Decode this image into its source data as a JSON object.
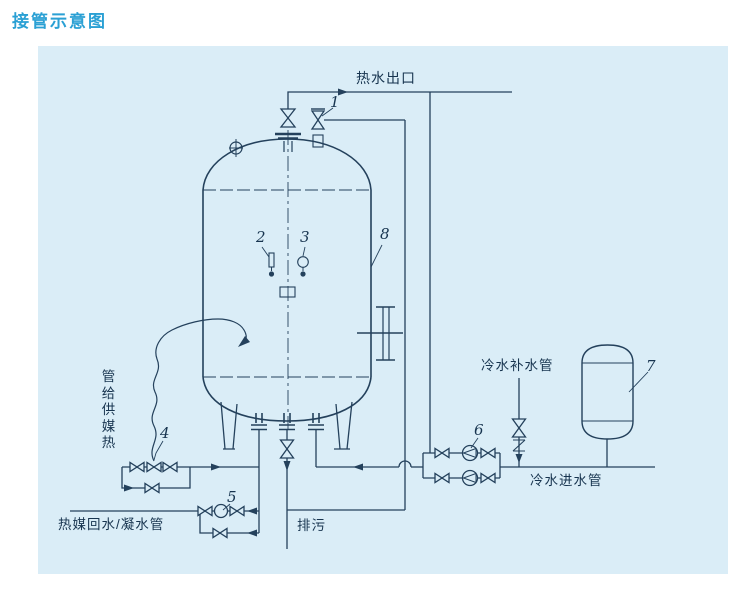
{
  "title": "接管示意图",
  "colors": {
    "page_bg": "#ffffff",
    "panel_bg": "#daedf7",
    "line": "#24415c",
    "title_text": "#2aa0d4",
    "label_text": "#17344f"
  },
  "labels": {
    "hot_water_outlet": "热水出口",
    "heat_supply_pipe": {
      "chars_top_to_bottom": "管给供媒热",
      "reading": "热媒供给管"
    },
    "heat_return_pipe": "热媒回水/凝水管",
    "drain": "排污",
    "cold_water_makeup_pipe": "冷水补水管",
    "cold_water_inlet_pipe": "冷水进水管"
  },
  "callouts": {
    "c1": "1",
    "c2": "2",
    "c3": "3",
    "c4": "4",
    "c5": "5",
    "c6": "6",
    "c7": "7",
    "c8": "8"
  }
}
